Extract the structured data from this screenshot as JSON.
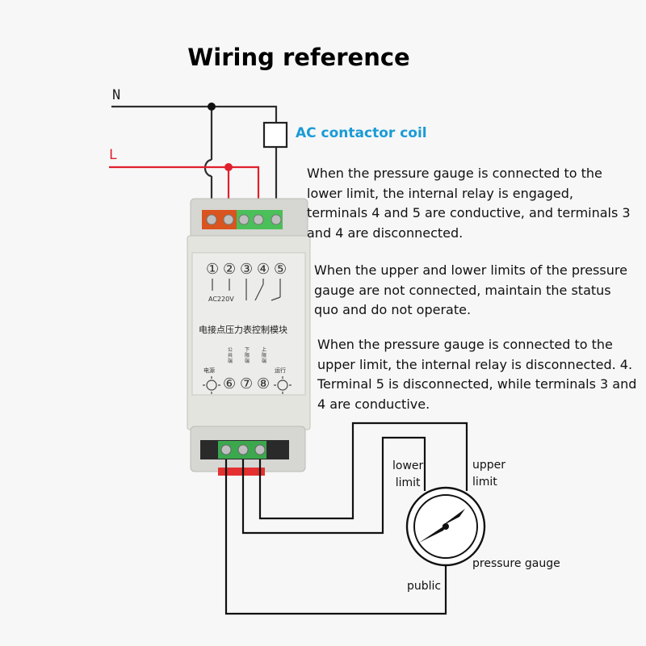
{
  "title": "Wiring reference",
  "labels": {
    "neutral": "N",
    "live": "L",
    "coil": "AC contactor coil",
    "lower_limit": "lower\nlimit",
    "upper_limit": "upper\nlimit",
    "gauge": "pressure gauge",
    "public": "public"
  },
  "notes": [
    "When the pressure gauge is connected to the lower limit, the internal relay is engaged, terminals 4 and 5 are conductive, and terminals 3 and 4 are disconnected.",
    "When the upper and lower limits of the pressure gauge are not connected, maintain the status quo and do not operate.",
    "When the pressure gauge is connected to the upper limit, the internal relay is disconnected. 4. Terminal 5 is disconnected, while terminals 3 and 4 are conductive."
  ],
  "module": {
    "top_terminals": [
      "①",
      "②",
      "③",
      "④",
      "⑤"
    ],
    "supply_label": "AC220V",
    "name": "电接点压力表控制模块",
    "bottom_terminals": [
      "⑥",
      "⑦",
      "⑧"
    ],
    "indicator_left": "电源",
    "indicator_right": "运行",
    "term6_label": "公共端",
    "term7_label": "下限端",
    "term8_label": "上限端"
  },
  "colors": {
    "neutral_wire": "#333333",
    "live_wire": "#e0202c",
    "coil_text": "#1a9bd7",
    "module_body": "#e6e6e0",
    "terminal_orange": "#d9541e",
    "terminal_green": "#4bbf59"
  }
}
